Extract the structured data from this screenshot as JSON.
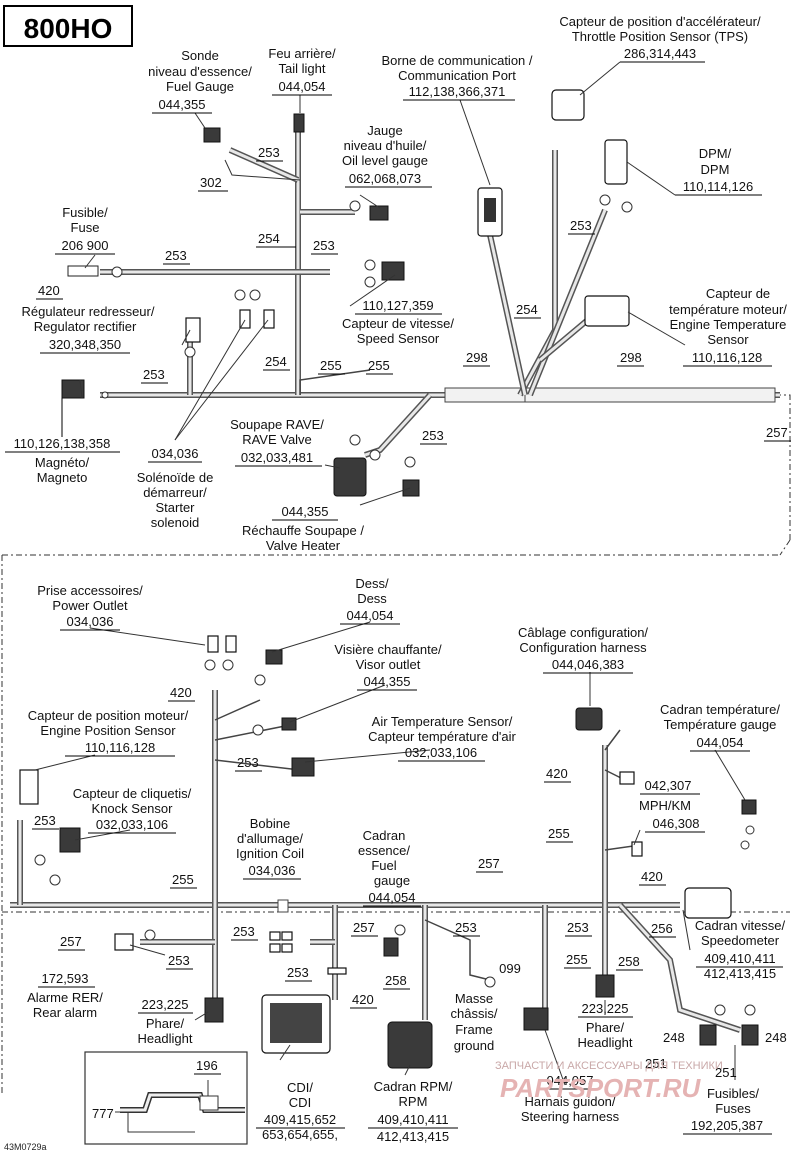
{
  "title": "800HO",
  "figure_code": "43M0729a",
  "labels": {
    "tps": {
      "fr": "Capteur de position d'accélérateur/",
      "en": "Throttle Position Sensor (TPS)",
      "num": "286,314,443"
    },
    "comm_port": {
      "fr": "Borne de communication /",
      "en": "Communication Port",
      "num": "112,138,366,371"
    },
    "tail_light": {
      "fr": "Feu arrière/",
      "en": "Tail light",
      "num": "044,054"
    },
    "fuel_gauge_sensor": {
      "fr1": "Sonde",
      "fr2": "niveau d'essence/",
      "en": "Fuel Gauge",
      "num": "044,355"
    },
    "oil_gauge": {
      "fr1": "Jauge",
      "fr2": "niveau d'huile/",
      "en": "Oil level gauge",
      "num": "062,068,073"
    },
    "dpm": {
      "fr": "DPM/",
      "en": "DPM",
      "num": "110,114,126"
    },
    "fuse": {
      "fr": "Fusible/",
      "en": "Fuse",
      "num": "206 900"
    },
    "engine_temp": {
      "fr1": "Capteur de",
      "fr2": "température moteur/",
      "en1": "Engine Temperature",
      "en2": "Sensor",
      "num": "110,116,128"
    },
    "speed_sensor": {
      "num": "110,127,359",
      "fr": "Capteur de vitesse/",
      "en": "Speed Sensor"
    },
    "regulator": {
      "fr": "Régulateur redresseur/",
      "en": "Regulator rectifier",
      "num": "320,348,350"
    },
    "magneto": {
      "num": "110,126,138,358",
      "fr": "Magnéto/",
      "en": "Magneto"
    },
    "starter": {
      "num": "034,036",
      "l1": "Solénoïde de",
      "l2": "démarreur/",
      "l3": "Starter",
      "l4": "solenoid"
    },
    "rave_valve": {
      "fr": "Soupape RAVE/",
      "en": "RAVE Valve",
      "num": "032,033,481"
    },
    "valve_heater": {
      "num": "044,355",
      "fr": "Réchauffe Soupape /",
      "en": "Valve Heater"
    },
    "power_outlet": {
      "fr": "Prise accessoires/",
      "en": "Power Outlet",
      "num": "034,036"
    },
    "dess": {
      "fr": "Dess/",
      "en": "Dess",
      "num": "044,054"
    },
    "visor": {
      "fr": "Visière chauffante/",
      "en": "Visor outlet",
      "num": "044,355"
    },
    "config_harness": {
      "fr": "Câblage configuration/",
      "en": "Configuration harness",
      "num": "044,046,383"
    },
    "engine_pos": {
      "fr": "Capteur de position moteur/",
      "en": "Engine Position Sensor",
      "num": "110,116,128"
    },
    "air_temp": {
      "en": "Air Temperature Sensor/",
      "fr": "Capteur température d'air",
      "num": "032,033,106"
    },
    "temp_gauge": {
      "fr": "Cadran température/",
      "en": "Température gauge",
      "num": "044,054"
    },
    "knock": {
      "fr": "Capteur de cliquetis/",
      "en": "Knock Sensor",
      "num": "032,033,106"
    },
    "ignition": {
      "fr1": "Bobine",
      "fr2": "d'allumage/",
      "en": "Ignition Coil",
      "num": "034,036"
    },
    "fuel_dial": {
      "l1": "Cadran",
      "l2": "essence/",
      "l3": "Fuel",
      "l4": "gauge",
      "num": "044,054"
    },
    "mph": {
      "num1": "042,307",
      "label": "MPH/KM",
      "num2": "046,308"
    },
    "speedometer": {
      "fr": "Cadran vitesse/",
      "en": "Speedometer",
      "num1": "409,410,411",
      "num2": "412,413,415"
    },
    "rear_alarm": {
      "num": "172,593",
      "fr": "Alarme RER/",
      "en": "Rear alarm"
    },
    "headlight_left": {
      "num": "223,225",
      "fr": "Phare/",
      "en": "Headlight"
    },
    "headlight_right": {
      "num": "223,225",
      "fr": "Phare/",
      "en": "Headlight"
    },
    "frame_ground": {
      "num": "099",
      "l1": "Masse",
      "l2": "châssis/",
      "l3": "Frame",
      "l4": "ground"
    },
    "cdi": {
      "fr": "CDI/",
      "en": "CDI",
      "num1": "409,415,652",
      "num2": "653,654,655,"
    },
    "rpm": {
      "fr": "Cadran RPM/",
      "en": "RPM",
      "num1": "409,410,411",
      "num2": "412,413,415"
    },
    "steering": {
      "num": "044,057",
      "fr": "Harnais guidon/",
      "en": "Steering harness"
    },
    "fuses": {
      "fr": "Fusibles/",
      "en": "Fuses",
      "num": "192,205,387"
    }
  },
  "refs": {
    "r302": "302",
    "r253": "253",
    "r254": "254",
    "r255": "255",
    "r298": "298",
    "r420": "420",
    "r257": "257",
    "r256": "256",
    "r258": "258",
    "r196": "196",
    "r777": "777",
    "r248": "248",
    "r251": "251"
  },
  "watermark": {
    "line1": "ЗАПЧАСТИ И АКСЕССУАРЫ ДЛЯ ТЕХНИКИ",
    "line2": "PARTSPORT.RU"
  }
}
